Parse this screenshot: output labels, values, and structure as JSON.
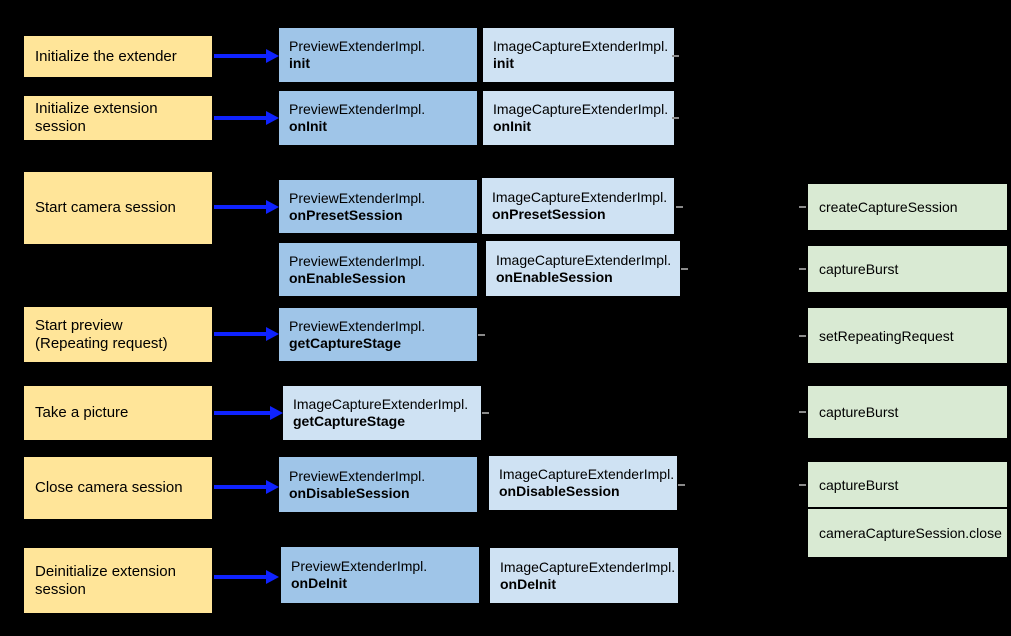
{
  "colors": {
    "background": "#000000",
    "stage_fill": "#ffe599",
    "preview_fill": "#9fc5e8",
    "image_capture_fill": "#cfe2f3",
    "camera2_fill": "#d9ead3",
    "arrow": "#0f23ff",
    "text": "#000000"
  },
  "stages": [
    {
      "label": "Initialize the extender"
    },
    {
      "label": "Initialize extension\nsession"
    },
    {
      "label": "Start camera session"
    },
    {
      "label": "Start preview\n(Repeating request)"
    },
    {
      "label": "Take a picture"
    },
    {
      "label": "Close camera session"
    },
    {
      "label": "Deinitialize extension\nsession"
    }
  ],
  "preview_column": [
    {
      "line1": "PreviewExtenderImpl.",
      "line2": "init"
    },
    {
      "line1": "PreviewExtenderImpl.",
      "line2": "onInit"
    },
    {
      "line1": "PreviewExtenderImpl.",
      "line2": "onPresetSession"
    },
    {
      "line1": "PreviewExtenderImpl.",
      "line2": "onEnableSession"
    },
    {
      "line1": "PreviewExtenderImpl.",
      "line2": "getCaptureStage"
    },
    {
      "line1": "ImageCaptureExtenderImpl.",
      "line2": "getCaptureStage"
    },
    {
      "line1": "PreviewExtenderImpl.",
      "line2": "onDisableSession"
    },
    {
      "line1": "PreviewExtenderImpl.",
      "line2": "onDeInit"
    }
  ],
  "image_capture_column": [
    {
      "line1": "ImageCaptureExtenderImpl.",
      "line2": "init"
    },
    {
      "line1": "ImageCaptureExtenderImpl.",
      "line2": "onInit"
    },
    {
      "line1": "ImageCaptureExtenderImpl.",
      "line2": "onPresetSession"
    },
    {
      "line1": "ImageCaptureExtenderImpl.",
      "line2": "onEnableSession"
    },
    {
      "line1": "ImageCaptureExtenderImpl.",
      "line2": "onDisableSession"
    },
    {
      "line1": "ImageCaptureExtenderImpl.",
      "line2": "onDeInit"
    }
  ],
  "camera2_calls": [
    {
      "label": "createCaptureSession"
    },
    {
      "label": "captureBurst"
    },
    {
      "label": "setRepeatingRequest"
    },
    {
      "label": "captureBurst"
    },
    {
      "label": "captureBurst"
    },
    {
      "label": "cameraCaptureSession.close"
    }
  ]
}
